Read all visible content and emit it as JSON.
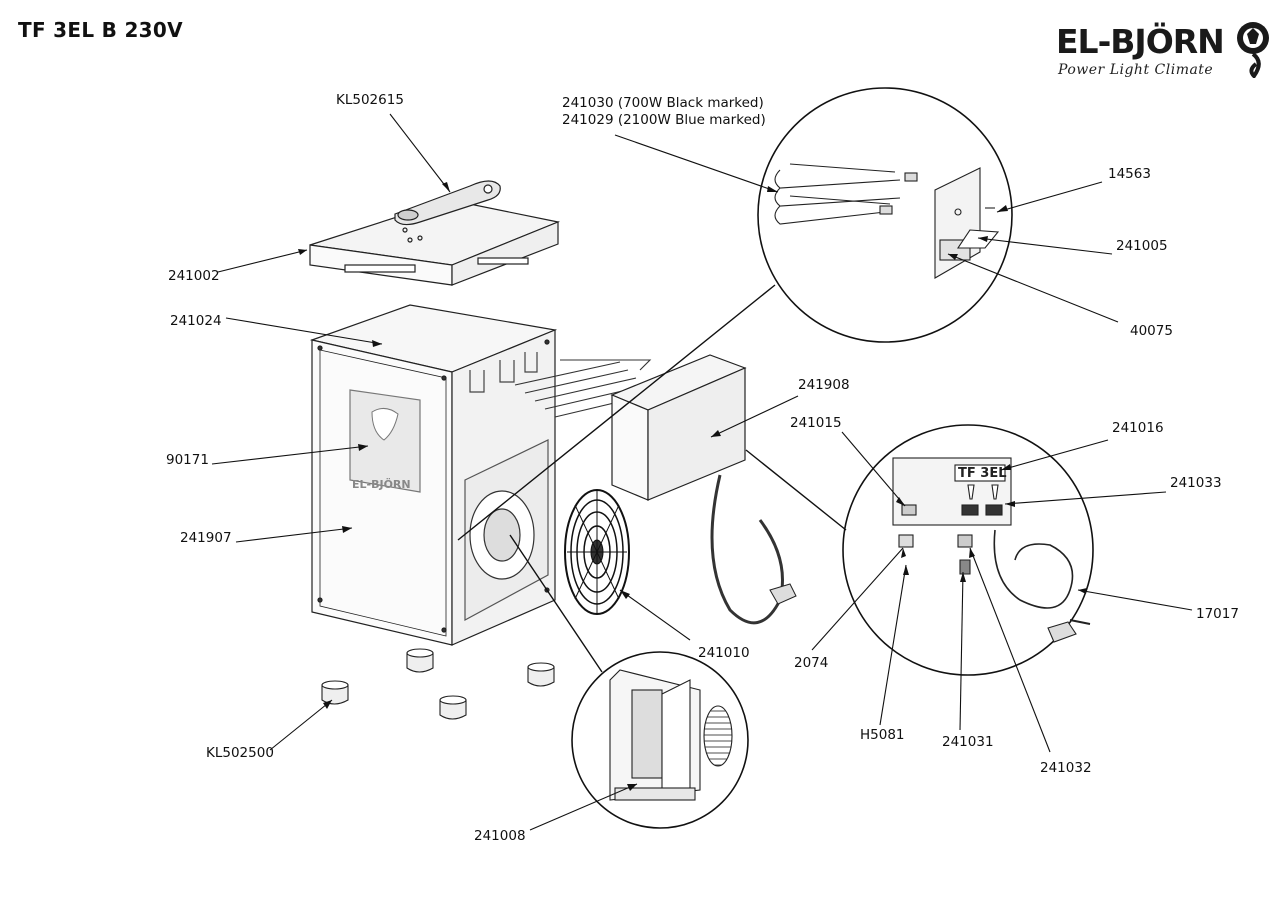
{
  "title": "TF 3EL B 230V",
  "logo": {
    "brand": "EL-BJÖRN",
    "tagline": "Power  Light  Climate",
    "icon": "bear-head-bulb-icon"
  },
  "parts": {
    "kl502615": "KL502615",
    "p241002": "241002",
    "p241024": "241024",
    "p90171": "90171",
    "p241907": "241907",
    "kl502500": "KL502500",
    "p241008": "241008",
    "p241010": "241010",
    "p241908": "241908",
    "p241030": "241030 (700W Black marked)",
    "p241029": "241029 (2100W Blue marked)",
    "p14563": "14563",
    "p241005": "241005",
    "p40075": "40075",
    "p241015": "241015",
    "p241016": "241016",
    "p241033": "241033",
    "p17017": "17017",
    "p2074": "2074",
    "h5081": "H5081",
    "p241031": "241031",
    "p241032": "241032"
  },
  "panel": {
    "model_text": "TF 3EL"
  },
  "body_logo": {
    "brand": "EL-BJÖRN"
  }
}
